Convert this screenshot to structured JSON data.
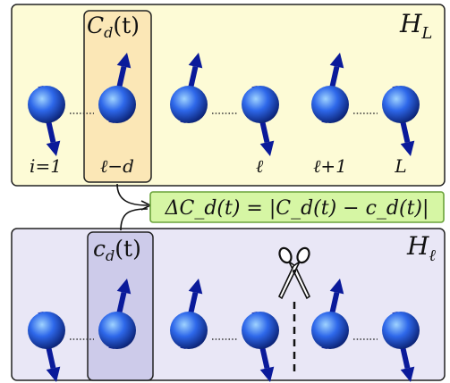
{
  "top_panel": {
    "hamiltonian": "H",
    "hamiltonian_sub": "L",
    "highlight_label": "C",
    "highlight_label_sub": "d",
    "highlight_label_arg": "(t)",
    "site_labels": [
      "i=1",
      "ℓ−d",
      "ℓ",
      "ℓ+1",
      "L"
    ],
    "fill_color": "#fdfbd6",
    "highlight_color": "#fbe7b6"
  },
  "bottom_panel": {
    "hamiltonian": "H",
    "hamiltonian_sub": "ℓ",
    "highlight_label": "c",
    "highlight_label_sub": "d",
    "highlight_label_arg": "(t)",
    "fill_color": "#e9e7f6",
    "highlight_color": "#cdcbea",
    "cut_icon": "scissors-icon"
  },
  "formula": {
    "text": "ΔC_d(t) = |C_d(t) − c_d(t)|",
    "fill_color": "#d6f6a4",
    "border_color": "#6aa33a"
  },
  "spins": {
    "top": [
      "down",
      "up",
      "up",
      "down",
      "up",
      "down"
    ],
    "bottom": [
      "down",
      "up",
      "up",
      "down",
      "up",
      "down"
    ],
    "sphere_color": "#2c5fe0",
    "arrow_color": "#0a1a9a"
  }
}
